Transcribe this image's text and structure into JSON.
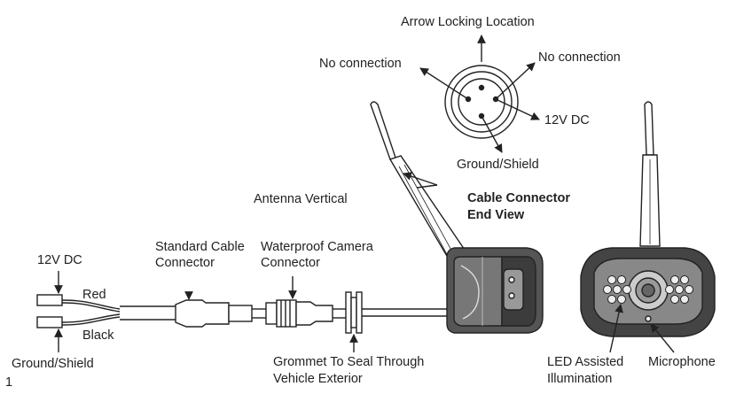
{
  "connector_end_view": {
    "top": "Arrow Locking Location",
    "left": "No connection",
    "right": "No connection",
    "pin_right": "12V DC",
    "bottom": "Ground/Shield",
    "caption_line1": "Cable Connector",
    "caption_line2": "End View"
  },
  "camera_side": {
    "antenna": "Antenna Vertical"
  },
  "cable": {
    "power": "12V DC",
    "red": "Red",
    "black": "Black",
    "ground": "Ground/Shield",
    "standard_connector_line1": "Standard Cable",
    "standard_connector_line2": "Connector",
    "waterproof_connector_line1": "Waterproof Camera",
    "waterproof_connector_line2": "Connector",
    "grommet_line1": "Grommet To Seal Through",
    "grommet_line2": "Vehicle Exterior"
  },
  "camera_front": {
    "led_line1": "LED Assisted",
    "led_line2": "Illumination",
    "microphone": "Microphone"
  },
  "page_number": "1"
}
